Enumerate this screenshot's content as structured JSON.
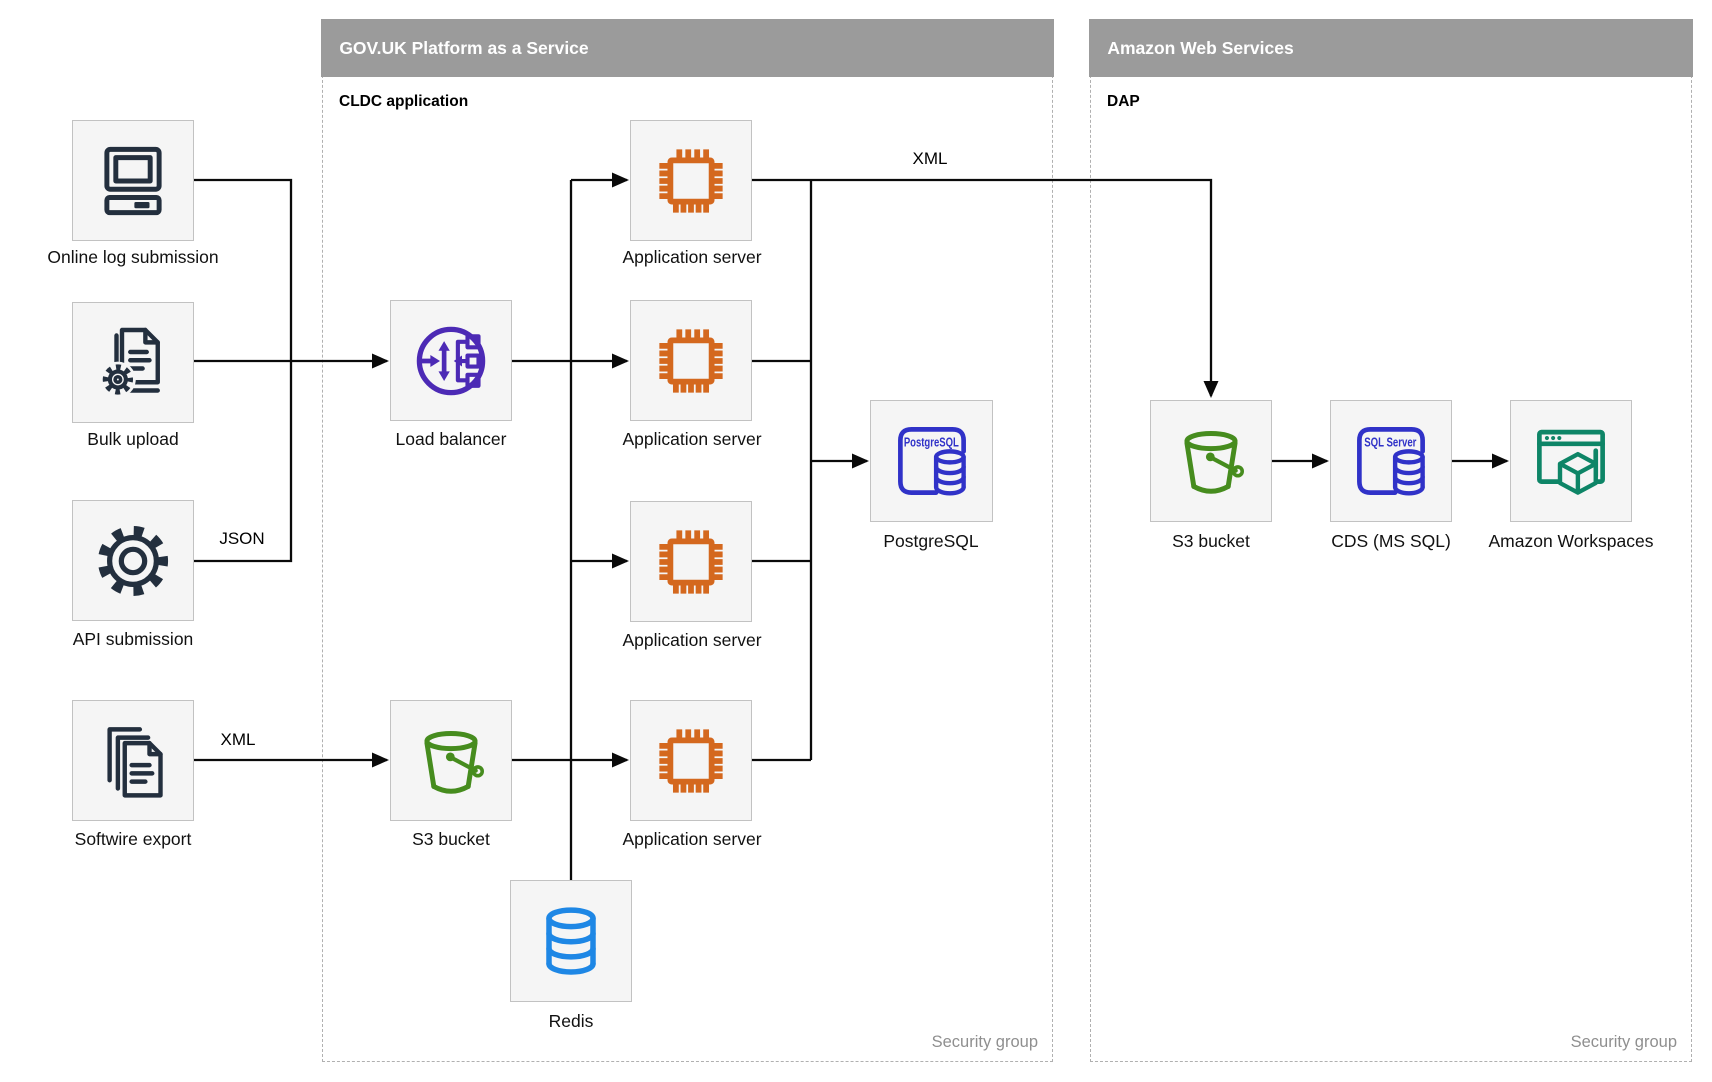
{
  "containers": {
    "paas": {
      "title": "GOV.UK Platform as a Service",
      "sublabel": "CLDC application",
      "footer": "Security group"
    },
    "aws": {
      "title": "Amazon Web Services",
      "sublabel": "DAP",
      "footer": "Security group"
    }
  },
  "nodes": {
    "online_log": {
      "label": "Online log submission",
      "icon": "computer"
    },
    "bulk_upload": {
      "label": "Bulk upload",
      "icon": "document-gear"
    },
    "api_submission": {
      "label": "API submission",
      "icon": "gear"
    },
    "softwire_export": {
      "label": "Softwire export",
      "icon": "stacked-documents"
    },
    "load_balancer": {
      "label": "Load balancer",
      "icon": "elastic-load-balancer"
    },
    "s3_paas": {
      "label": "S3 bucket",
      "icon": "s3-bucket"
    },
    "app_server_1": {
      "label": "Application server",
      "icon": "server-chip"
    },
    "app_server_2": {
      "label": "Application server",
      "icon": "server-chip"
    },
    "app_server_3": {
      "label": "Application server",
      "icon": "server-chip"
    },
    "app_server_4": {
      "label": "Application server",
      "icon": "server-chip"
    },
    "postgresql": {
      "label": "PostgreSQL",
      "icon": "postgresql-database",
      "icon_text": "PostgreSQL"
    },
    "redis": {
      "label": "Redis",
      "icon": "redis-database"
    },
    "s3_aws": {
      "label": "S3 bucket",
      "icon": "s3-bucket"
    },
    "cds": {
      "label": "CDS (MS SQL)",
      "icon": "sql-server-database",
      "icon_text": "SQL Server"
    },
    "workspaces": {
      "label": "Amazon Workspaces",
      "icon": "amazon-workspaces"
    }
  },
  "edge_labels": {
    "json_api": "JSON",
    "xml_softwire": "XML",
    "xml_to_aws": "XML"
  },
  "colors": {
    "navy": "#232f3e",
    "purple": "#4c2ab5",
    "orange": "#d4681e",
    "green": "#468c1e",
    "db-blue": "#3032c8",
    "azure": "#1e87e5",
    "teal": "#0e8567",
    "header-gray": "#9b9b9b",
    "edge": "#0a0a0a",
    "node-fill": "#f5f5f5",
    "node-border": "#c2c2c2",
    "dash-border": "#b0b0b0",
    "muted-text": "#8f8f8f",
    "label-text": "#111111"
  }
}
